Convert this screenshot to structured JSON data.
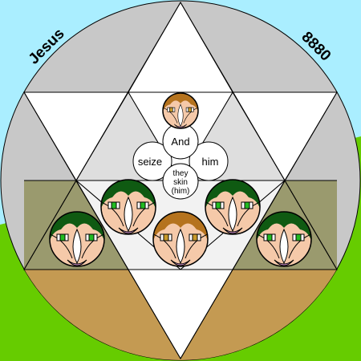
{
  "labels": {
    "name": "Jesus",
    "number": "8880"
  },
  "words": {
    "top": "And",
    "left": "seize",
    "right": "him",
    "center_1": "they",
    "center_2": "skin",
    "center_3": "(him)"
  },
  "colors": {
    "sky": "#aaeeff",
    "grass": "#66cc00",
    "disc": "#c8c8c8",
    "star_white": "#ffffff",
    "lower_band": "#c49a52",
    "middle_band": "#9a9a6e",
    "hair_dark": "#0f5a12",
    "hair_brown": "#b5731e",
    "eyes_green": "#22bb22",
    "eyes_brown": "#c89a2a",
    "skin": "#f5c9a9",
    "lips": "#e8a0e8"
  },
  "faces": [
    {
      "name": "face-top",
      "hair": "brown"
    },
    {
      "name": "face-row1-left",
      "hair": "dark"
    },
    {
      "name": "face-row1-right",
      "hair": "dark"
    },
    {
      "name": "face-row2-left",
      "hair": "dark"
    },
    {
      "name": "face-row2-center",
      "hair": "brown"
    },
    {
      "name": "face-row2-right",
      "hair": "dark"
    }
  ]
}
